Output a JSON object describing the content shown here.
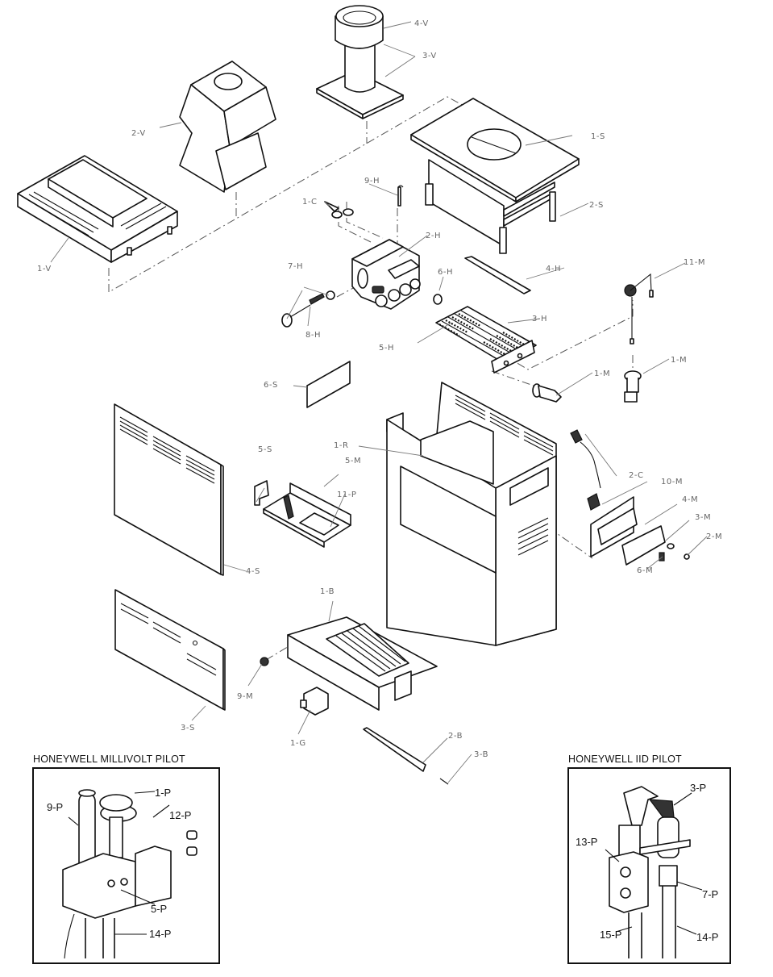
{
  "diagram": {
    "title": "Heater exploded parts diagram",
    "part_labels": {
      "v1": "1-V",
      "v2": "2-V",
      "v3": "3-V",
      "v4": "4-V",
      "s1": "1-S",
      "s2": "2-S",
      "s3": "3-S",
      "s4": "4-S",
      "s5": "5-S",
      "s6": "6-S",
      "c1": "1-C",
      "c2": "2-C",
      "h2": "2-H",
      "h3": "3-H",
      "h4": "4-H",
      "h5": "5-H",
      "h6": "6-H",
      "h7": "7-H",
      "h8": "8-H",
      "h9": "9-H",
      "m1a": "1-M",
      "m1b": "1-M",
      "m2": "2-M",
      "m3": "3-M",
      "m4": "4-M",
      "m5": "5-M",
      "m6": "6-M",
      "m9": "9-M",
      "m10": "10-M",
      "m11": "11-M",
      "r1": "1-R",
      "p11": "11-P",
      "b1": "1-B",
      "b2": "2-B",
      "b3": "3-B",
      "g1": "1-G"
    },
    "insets": {
      "millivolt": {
        "title": "HONEYWELL MILLIVOLT PILOT",
        "labels": {
          "p1": "1-P",
          "p9": "9-P",
          "p12": "12-P",
          "p5": "5-P",
          "p14": "14-P"
        }
      },
      "iid": {
        "title": "HONEYWELL IID PILOT",
        "labels": {
          "p3": "3-P",
          "p13": "13-P",
          "p7": "7-P",
          "p15": "15-P",
          "p14": "14-P"
        }
      }
    }
  }
}
